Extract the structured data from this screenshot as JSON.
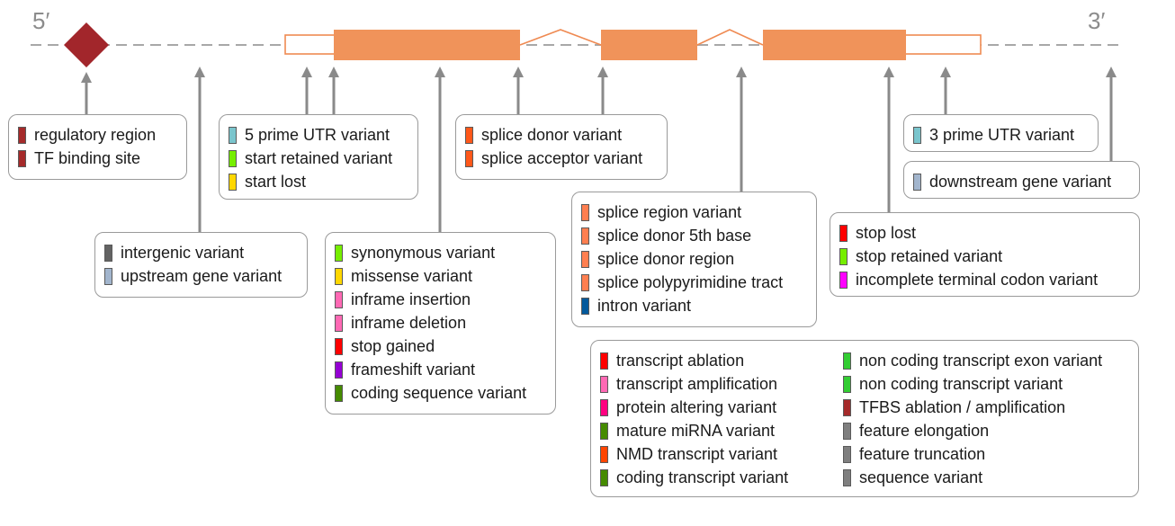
{
  "ends": {
    "five_prime": "5′",
    "three_prime": "3′"
  },
  "colors": {
    "exon": "#f0935a",
    "exon_outline": "#ef8a52",
    "baseline": "#999999",
    "regulatory": "#a2262b",
    "arrow": "#8a8a8a"
  },
  "groups": {
    "regulatory": {
      "items": [
        {
          "label": "regulatory region",
          "color": "#a52a2a"
        },
        {
          "label": "TF binding site",
          "color": "#a52a2a"
        }
      ]
    },
    "intergenic": {
      "items": [
        {
          "label": "intergenic variant",
          "color": "#636363"
        },
        {
          "label": "upstream gene variant",
          "color": "#a2b5cd"
        }
      ]
    },
    "utr5": {
      "items": [
        {
          "label": "5 prime UTR variant",
          "color": "#7ac5cd"
        },
        {
          "label": "start retained variant",
          "color": "#76ee00"
        },
        {
          "label": "start lost",
          "color": "#ffd700"
        }
      ]
    },
    "coding": {
      "items": [
        {
          "label": "synonymous variant",
          "color": "#76ee00"
        },
        {
          "label": "missense variant",
          "color": "#ffd700"
        },
        {
          "label": "inframe insertion",
          "color": "#ff69b4"
        },
        {
          "label": "inframe deletion",
          "color": "#ff69b4"
        },
        {
          "label": "stop gained",
          "color": "#ff0000"
        },
        {
          "label": "frameshift variant",
          "color": "#9400d3"
        },
        {
          "label": "coding sequence variant",
          "color": "#458b00"
        }
      ]
    },
    "splice_sites": {
      "items": [
        {
          "label": "splice donor variant",
          "color": "#ff581a"
        },
        {
          "label": "splice acceptor variant",
          "color": "#ff581a"
        }
      ]
    },
    "splice_region": {
      "items": [
        {
          "label": "splice region variant",
          "color": "#ff7f50"
        },
        {
          "label": "splice donor 5th base",
          "color": "#ff7f50"
        },
        {
          "label": "splice donor region",
          "color": "#ff7f50"
        },
        {
          "label": "splice polypyrimidine tract",
          "color": "#ff7f50"
        },
        {
          "label": "intron variant",
          "color": "#02599c"
        }
      ]
    },
    "utr3": {
      "items": [
        {
          "label": "3 prime UTR variant",
          "color": "#7ac5cd"
        }
      ]
    },
    "downstream": {
      "items": [
        {
          "label": "downstream gene variant",
          "color": "#a2b5cd"
        }
      ]
    },
    "stop": {
      "items": [
        {
          "label": "stop lost",
          "color": "#ff0000"
        },
        {
          "label": "stop retained variant",
          "color": "#76ee00"
        },
        {
          "label": "incomplete terminal codon variant",
          "color": "#ff00ff"
        }
      ]
    },
    "other_left": {
      "items": [
        {
          "label": "transcript ablation",
          "color": "#ff0000"
        },
        {
          "label": "transcript amplification",
          "color": "#ff69b4"
        },
        {
          "label": "protein altering variant",
          "color": "#ff0080"
        },
        {
          "label": "mature miRNA variant",
          "color": "#458b00"
        },
        {
          "label": "NMD transcript variant",
          "color": "#ff4500"
        },
        {
          "label": "coding transcript variant",
          "color": "#458b00"
        }
      ]
    },
    "other_right": {
      "items": [
        {
          "label": "non coding transcript exon variant",
          "color": "#32cd32"
        },
        {
          "label": "non coding transcript variant",
          "color": "#32cd32"
        },
        {
          "label": "TFBS ablation / amplification",
          "color": "#a52a2a"
        },
        {
          "label": "feature elongation",
          "color": "#7f7f7f"
        },
        {
          "label": "feature truncation",
          "color": "#7f7f7f"
        },
        {
          "label": "sequence variant",
          "color": "#7f7f7f"
        }
      ]
    }
  }
}
